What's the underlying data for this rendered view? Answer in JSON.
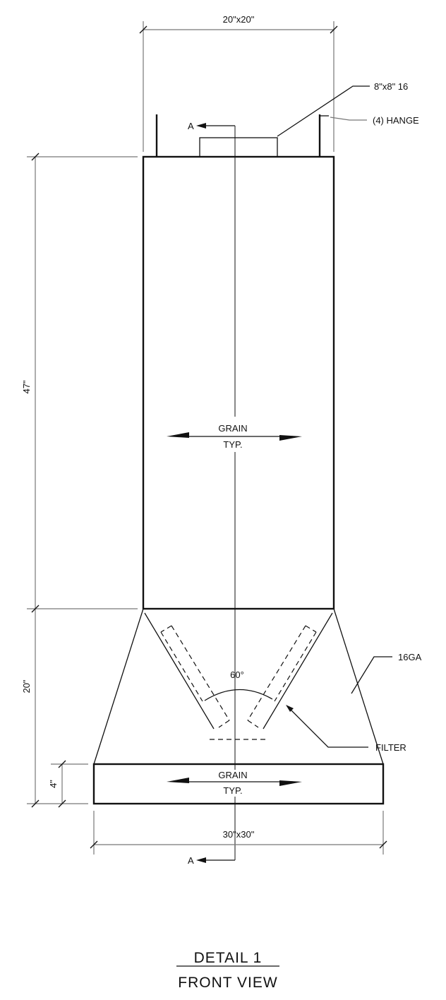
{
  "title": "DETAIL 1",
  "subtitle": "FRONT VIEW",
  "dimensions": {
    "top_width": "20\"x20\"",
    "bottom_width": "30\"x30\"",
    "body_height": "47\"",
    "hopper_height": "20\"",
    "base_height": "4\"",
    "filter_angle": "60°"
  },
  "callouts": {
    "outlet": "8\"x8\" 16",
    "hangers": "(4) HANGE",
    "gauge": "16GA",
    "filter": "FILTER"
  },
  "grain_label": {
    "line1": "GRAIN",
    "line2": "TYP."
  },
  "section_marker": "A",
  "colors": {
    "line": "#111111",
    "dimension": "#777777",
    "background": "#ffffff"
  }
}
